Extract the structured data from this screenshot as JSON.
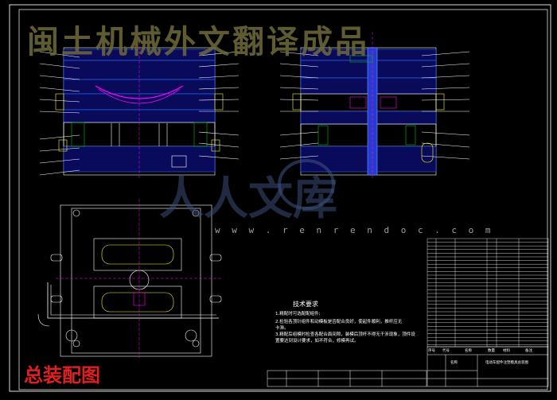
{
  "watermark": {
    "title": "闽土机械外文翻译成品",
    "logo_chars": "人人文库",
    "url": "w w w . r e n r e n d o c . c o m"
  },
  "technical_requirements": {
    "heading": "技术要求",
    "lines": [
      "1.精配时可选配配组件;",
      "2.检验各顶针组件和动模板是否配合良好，使起件顺利，推杆应无",
      "   卡滞。",
      "3.精配后组模时检查各配合面间隙，装模后顶杆不得无干涉现象，顶件设",
      "   置要达到设计要求，如不符合，修模再试。"
    ]
  },
  "drawing_label": "总装配图",
  "title_block": {
    "name_header": "名称",
    "drawing_name": "电动车配件注塑模具总装图",
    "columns": [
      "序号",
      "代号",
      "名称",
      "数量",
      "材料",
      "备注"
    ],
    "colors": {
      "line": "#ffffff",
      "accent": "#e02020",
      "blue": "#2a6cff",
      "green": "#00c000",
      "magenta": "#ff00ff"
    }
  }
}
